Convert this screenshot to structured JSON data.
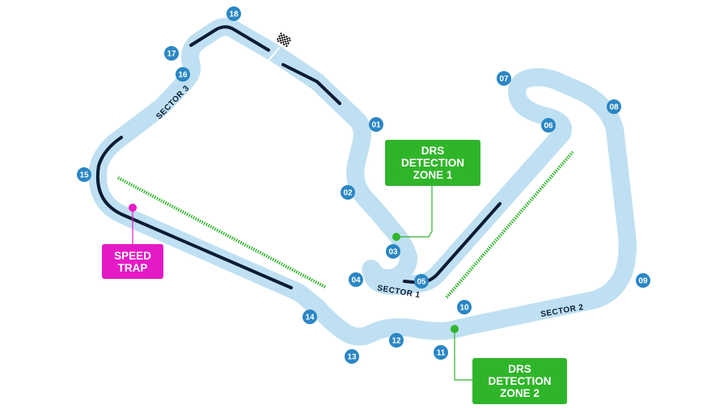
{
  "colors": {
    "track": "#2f8fcf",
    "track_edge": "#bfe0f2",
    "racing_line": "#0a1b33",
    "marker": "#2a86c4",
    "drs": "#2fb52a",
    "speed_trap": "#e41ac7"
  },
  "corners": [
    "01",
    "02",
    "03",
    "04",
    "05",
    "06",
    "07",
    "08",
    "09",
    "10",
    "11",
    "12",
    "13",
    "14",
    "15",
    "16",
    "17",
    "18"
  ],
  "sectors": [
    "SECTOR 1",
    "SECTOR 2",
    "SECTOR 3"
  ],
  "drs_zone_1": {
    "line1": "DRS",
    "line2": "DETECTION",
    "line3": "ZONE 1"
  },
  "drs_zone_2": {
    "line1": "DRS",
    "line2": "DETECTION",
    "line3": "ZONE 2"
  },
  "speed_trap": {
    "line1": "SPEED",
    "line2": "TRAP"
  },
  "icons": {
    "finish": "chequered-flag-icon"
  }
}
